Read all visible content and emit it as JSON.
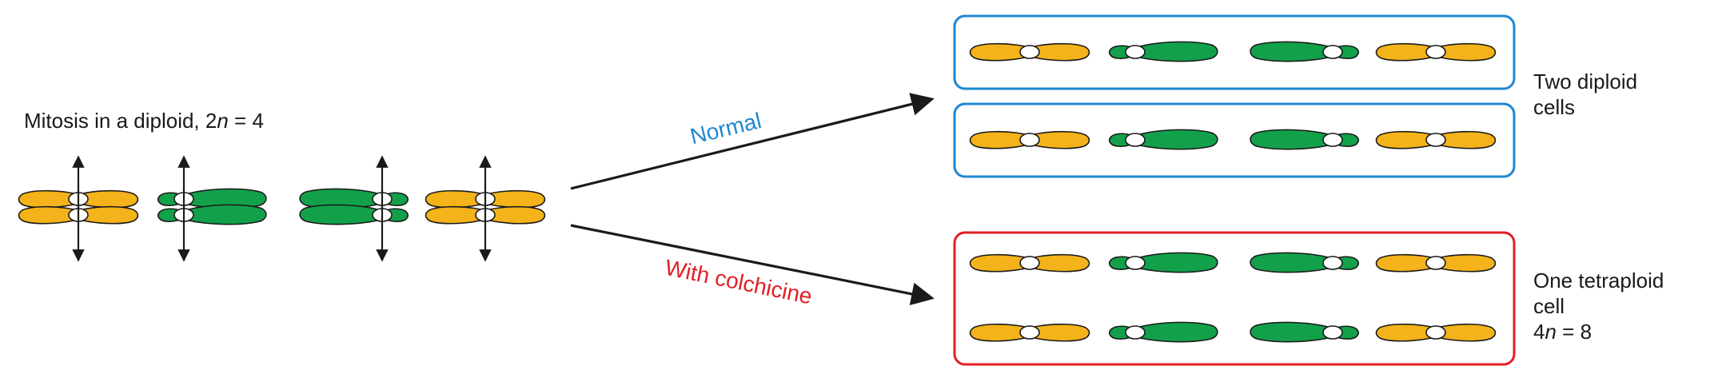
{
  "colors": {
    "yellow": "#f4b31a",
    "green": "#12a14a",
    "normal": "#1e88d0",
    "colchicine": "#e31e26",
    "ink": "#1a1a1a"
  },
  "left": {
    "title_text": "Mitosis in a diploid, 2",
    "title_var": "n",
    "title_rest": " = 4",
    "chromosomes": [
      "yellow-metacentric",
      "green-acrocentric-left",
      "green-acrocentric-right",
      "yellow-metacentric"
    ]
  },
  "arrows": {
    "normal_label": "Normal",
    "colchicine_label": "With colchicine"
  },
  "outcomes": {
    "normal_label_line1": "Two diploid",
    "normal_label_line2": "cells",
    "colchicine_label_line1": "One tetraploid",
    "colchicine_label_line2": "cell",
    "colchicine_label_line3_pre": "4",
    "colchicine_label_line3_var": "n",
    "colchicine_label_line3_rest": " = 8"
  }
}
